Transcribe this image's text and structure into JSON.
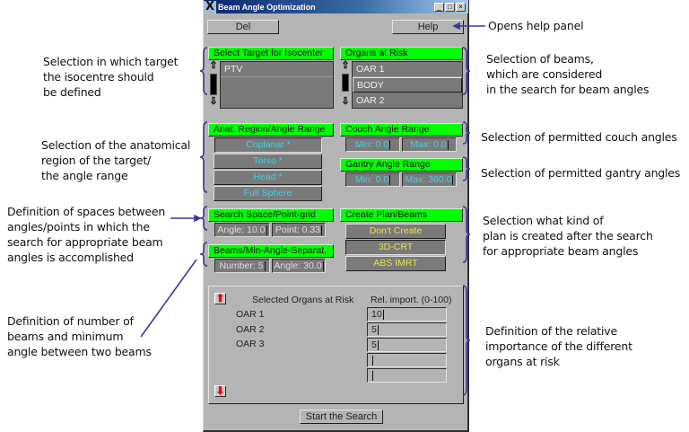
{
  "window": {
    "title": "Beam Angle Optimization",
    "title_icon": "x-logo-icon",
    "controls": {
      "minimize": "_",
      "maximize": "□",
      "close": "×"
    }
  },
  "toolbar": {
    "del_label": "Del",
    "help_label": "Help"
  },
  "target": {
    "header": "Select Target for Isocenter",
    "items": [
      "PTV"
    ]
  },
  "organs": {
    "header": "Organs at Risk",
    "items": [
      "OAR 1",
      "BODY",
      "OAR 2"
    ],
    "selected": "BODY"
  },
  "region": {
    "header": "Anat. Region/Angle Range",
    "options": [
      "Coplanar *",
      "Torso *",
      "Head *",
      "Full Sphere"
    ],
    "selected": "Coplanar *"
  },
  "couch": {
    "header": "Couch Angle Range",
    "min_label": "Min: 0.0",
    "max_label": "Max: 0.0"
  },
  "gantry": {
    "header": "Gantry Angle Range",
    "min_label": "Min: 0.0",
    "max_label": "Max: 360.0"
  },
  "search_space": {
    "header": "Search Space/Point-grid",
    "angle_label": "Angle: 10.0",
    "point_label": "Point: 0.33"
  },
  "beams": {
    "header": "Beams/Min-Angle-Separat.",
    "number_label": "Number: 5",
    "angle_label": "Angle: 30.0"
  },
  "plan": {
    "header": "Create Plan/Beams",
    "options": [
      "Don't Create",
      "3D-CRT",
      "ABS IMRT"
    ],
    "selected": "3D-CRT"
  },
  "importance": {
    "col_organs": "Selected Organs at Risk",
    "col_import": "Rel. import. (0-100)",
    "rows": [
      {
        "organ": "OAR 1",
        "value": "10"
      },
      {
        "organ": "OAR 2",
        "value": "5"
      },
      {
        "organ": "OAR 3",
        "value": "5"
      },
      {
        "organ": "",
        "value": ""
      },
      {
        "organ": "",
        "value": ""
      }
    ]
  },
  "start_label": "Start the Search",
  "annotations": {
    "help": "Opens help panel",
    "target": [
      "Selection in which target",
      "the isocentre should",
      "be defined"
    ],
    "organs": [
      "Selection of beams,",
      "which are considered",
      "in the search for beam angles"
    ],
    "region": [
      "Selection of the anatomical",
      "region of the target/",
      "the angle range"
    ],
    "couch": "Selection of permitted couch angles",
    "gantry": "Selection of permitted gantry angles",
    "search_space": [
      "Definition of spaces between",
      "angles/points in which the",
      "search for appropriate beam",
      "angles is accomplished"
    ],
    "plan": [
      "Selection what kind of",
      "plan is created after the search",
      "for appropriate beam angles"
    ],
    "beams": [
      "Definition of number of",
      "beams and minimum",
      "angle between two beams"
    ],
    "importance": [
      "Definition of the relative",
      "importance of the different",
      "organs at risk"
    ]
  },
  "colors": {
    "header_green": "#00ff00",
    "option_cyan": "#3fd0e8",
    "option_yellow": "#e6e24a",
    "annotation_blue": "#3a3aa0",
    "window_grey": "#b4b4b4",
    "arrow_red": "#ee0000"
  }
}
